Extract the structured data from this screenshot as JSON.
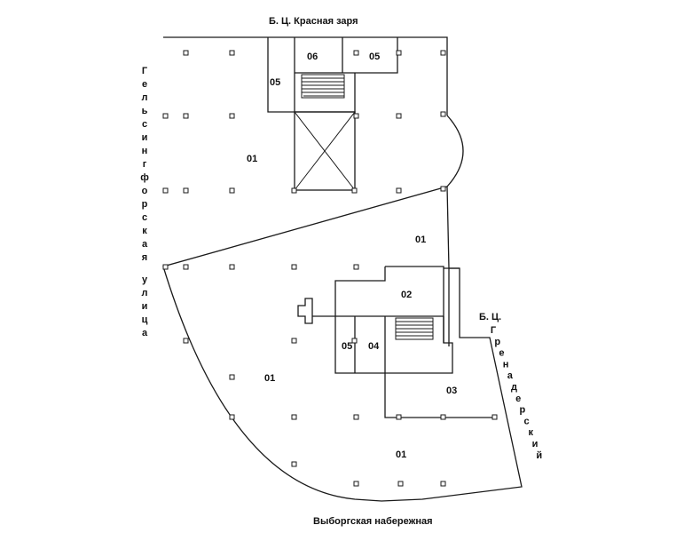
{
  "streets": {
    "top": "Б. Ц. Красная заря",
    "left_upper": "Гельсингфорская",
    "left_lower": "улица",
    "right_prefix": "Б. Ц.",
    "right": "Гренадерский",
    "bottom": "Выборгская набережная"
  },
  "rooms": {
    "r06": "06",
    "r05a": "05",
    "r05b": "05",
    "r01a": "01",
    "r01b": "01",
    "r02": "02",
    "r05c": "05",
    "r04": "04",
    "r03": "03",
    "r01c": "01",
    "r01d": "01"
  }
}
